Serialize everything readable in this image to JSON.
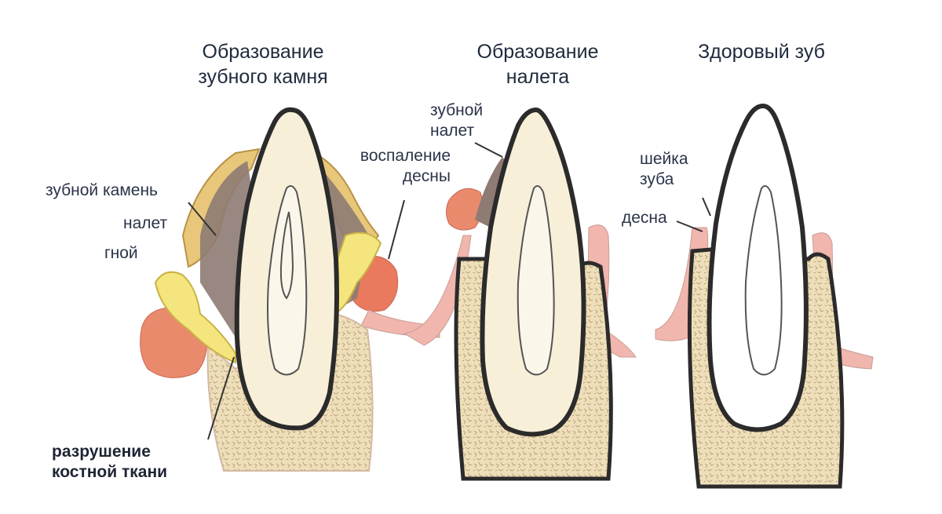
{
  "panels": [
    {
      "title": "Образование\nзубного камня",
      "labels": {
        "calculus": "зубной камень",
        "plaque": "налет",
        "pus": "гной",
        "inflammation": "воспаление\nдесны",
        "bone_destruction": "разрушение\nкостной ткани"
      }
    },
    {
      "title": "Образование\nналета",
      "labels": {
        "plaque": "зубной\nналет"
      }
    },
    {
      "title": "Здоровый зуб",
      "labels": {
        "neck": "шейка\nзуба",
        "gum": "десна"
      }
    }
  ],
  "colors": {
    "enamel": "#f7efd8",
    "dentin": "#efe3c0",
    "outline": "#2b2b2b",
    "gum": "#f1b6ad",
    "gum_inflamed": "#e9765a",
    "bone": "#ecdcb6",
    "calculus": "#e8c677",
    "plaque": "#8e7b73",
    "pus": "#f3e57d"
  }
}
